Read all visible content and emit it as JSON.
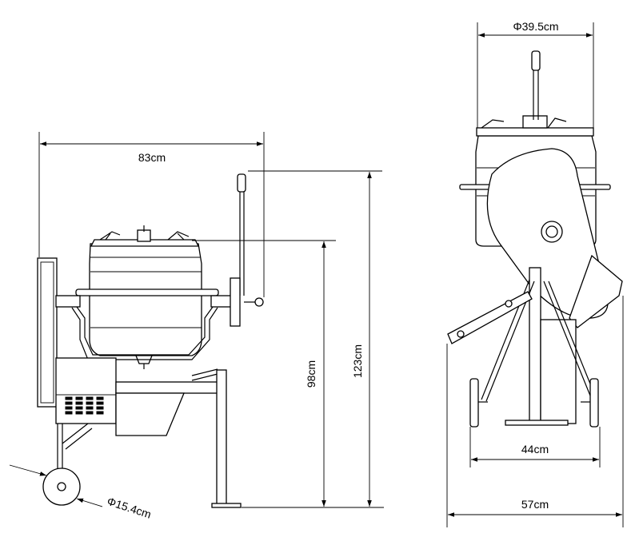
{
  "dimensions": {
    "side_width": "83cm",
    "drum_height": "98cm",
    "total_height": "123cm",
    "wheel_diameter": "Φ15.4cm",
    "drum_diameter": "Φ39.5cm",
    "base_width": "44cm",
    "wheel_track": "57cm"
  },
  "colors": {
    "line": "#000000",
    "background": "#ffffff"
  }
}
